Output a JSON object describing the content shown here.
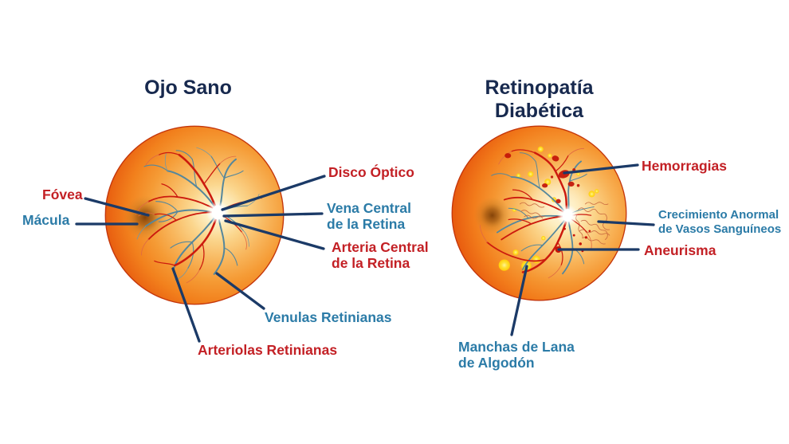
{
  "healthy": {
    "title": "Ojo Sano",
    "labels": {
      "fovea": "Fóvea",
      "macula": "Mácula",
      "disco_optico": "Disco Óptico",
      "vena_central_1": "Vena Central",
      "vena_central_2": "de la Retina",
      "arteria_central_1": "Arteria Central",
      "arteria_central_2": "de la Retina",
      "venulas": "Venulas Retinianas",
      "arteriolas": "Arteriolas Retinianas"
    }
  },
  "diabetic": {
    "title": "Retinopatía Diabética",
    "labels": {
      "hemorragias": "Hemorragias",
      "crecimiento_1": "Crecimiento Anormal",
      "crecimiento_2": "de Vasos Sanguíneos",
      "aneurisma": "Aneurisma",
      "manchas_1": "Manchas de Lana",
      "manchas_2": "de Algodón"
    }
  },
  "colors": {
    "title_navy": "#17294e",
    "label_red": "#c32025",
    "label_teal": "#2b7ba7",
    "leader_line": "#1b3a67",
    "artery_red": "#cc1a0e",
    "vein_teal": "#55879c",
    "hemorrhage_red": "#c31407",
    "exudate_yellow": "#ffd92e"
  }
}
